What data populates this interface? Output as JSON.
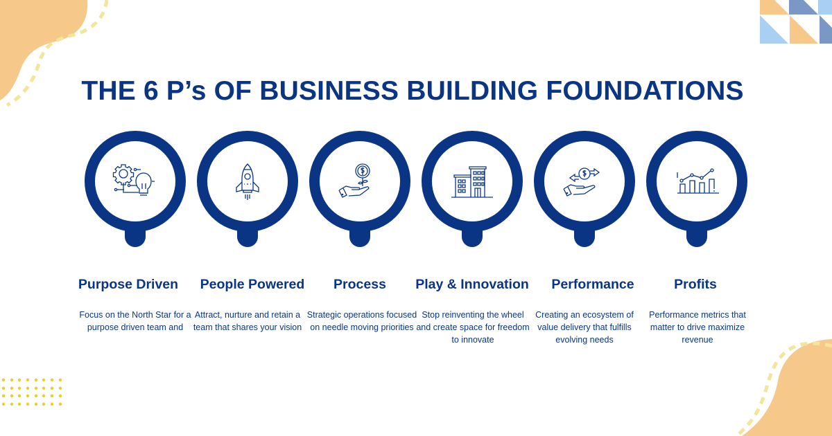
{
  "title": "THE 6 P’s OF BUSINESS BUILDING FOUNDATIONS",
  "colors": {
    "primary": "#0a3585",
    "accent_orange": "#f6c889",
    "dash_yellow": "#f3e59a",
    "dot_yellow": "#e8cf2a",
    "triangle_blue_dark": "#7b97c6",
    "triangle_blue_light": "#a9d0f2"
  },
  "pillars": [
    {
      "icon": "gear-lightbulb-icon",
      "label": "Purpose Driven",
      "description": "Focus on the North Star for a purpose driven team and"
    },
    {
      "icon": "rocket-icon",
      "label": "People Powered",
      "description": "Attract, nurture and retain a team that shares your vision"
    },
    {
      "icon": "hand-money-plant-icon",
      "label": "Process",
      "description": "Strategic operations focused on needle moving priorities"
    },
    {
      "icon": "buildings-icon",
      "label": "Play & Innovation",
      "description": "Stop reinventing the wheel and create space for freedom to innovate"
    },
    {
      "icon": "hand-money-exchange-icon",
      "label": "Performance",
      "description": "Creating an ecosystem of value delivery that fulfills evolving needs"
    },
    {
      "icon": "bar-line-chart-icon",
      "label": "Profits",
      "description": "Performance metrics that matter to drive maximize revenue"
    }
  ]
}
